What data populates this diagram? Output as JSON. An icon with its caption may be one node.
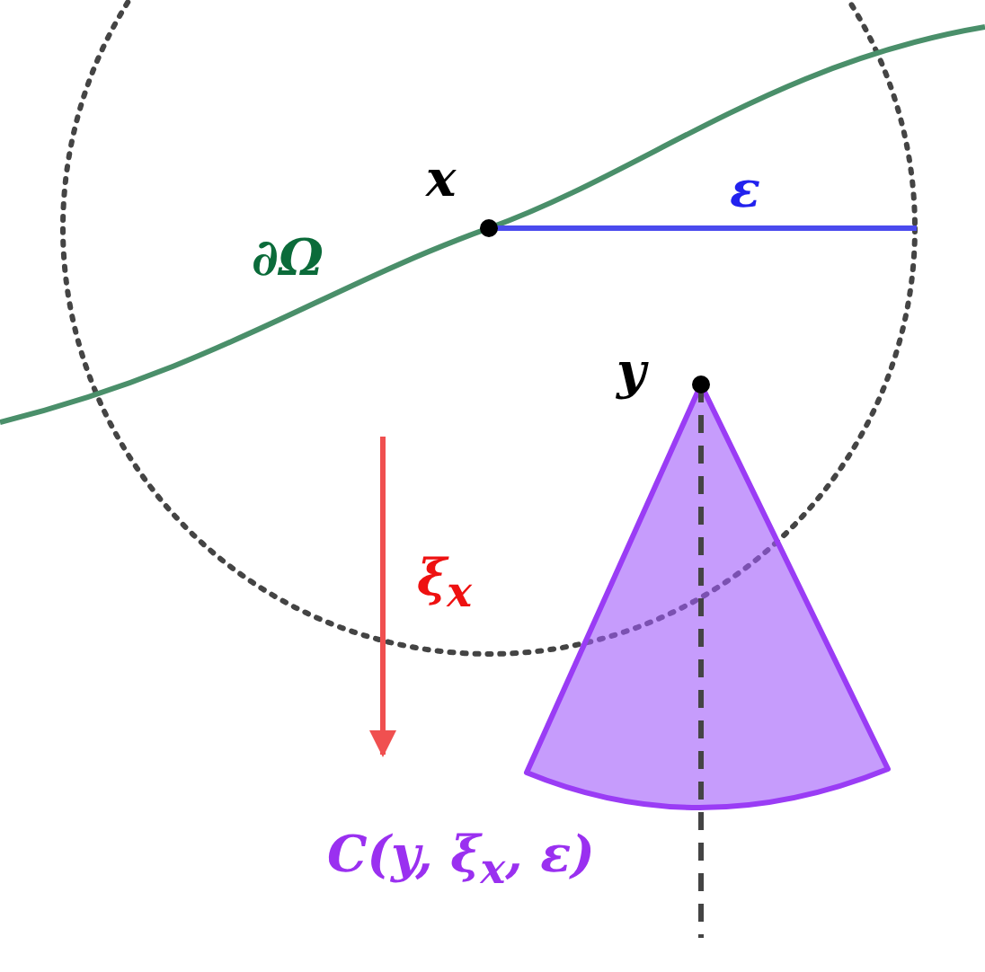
{
  "diagram": {
    "labels": [
      "x",
      "ε",
      "∂Ω",
      "y",
      "ξ$_{x}$",
      "C(y, ξ$_{x}$, ε)"
    ]
  }
}
